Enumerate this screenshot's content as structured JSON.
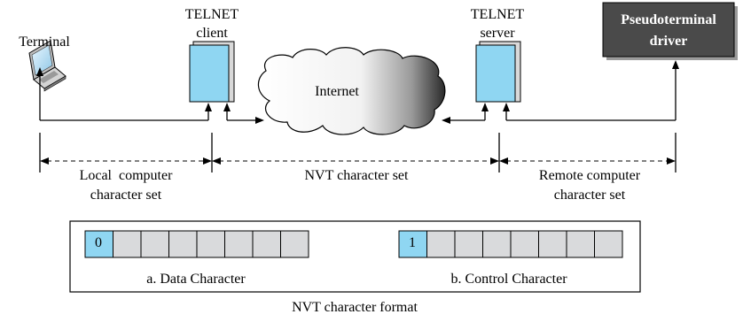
{
  "labels": {
    "terminal": "Terminal",
    "telnet_client": [
      "TELNET",
      "client"
    ],
    "telnet_server": [
      "TELNET",
      "server"
    ],
    "pseudo_driver": [
      "Pseudoterminal",
      "driver"
    ],
    "internet": "Internet",
    "local_charset": [
      "Local  computer",
      "character set"
    ],
    "nvt_charset": "NVT character set",
    "remote_charset": [
      "Remote computer",
      "character set"
    ],
    "data_char_bit": "0",
    "data_char_caption": "a. Data Character",
    "control_char_bit": "1",
    "control_char_caption": "b. Control Character",
    "format_caption": "NVT character format"
  },
  "colors": {
    "computer_fill": "#8fd6f2",
    "first_bit_fill": "#8fd6f2",
    "bit_cell_fill": "#d9dadc",
    "driver_fill": "#4a4a4a",
    "line": "#000000"
  },
  "bit_cells_per_character": 8
}
